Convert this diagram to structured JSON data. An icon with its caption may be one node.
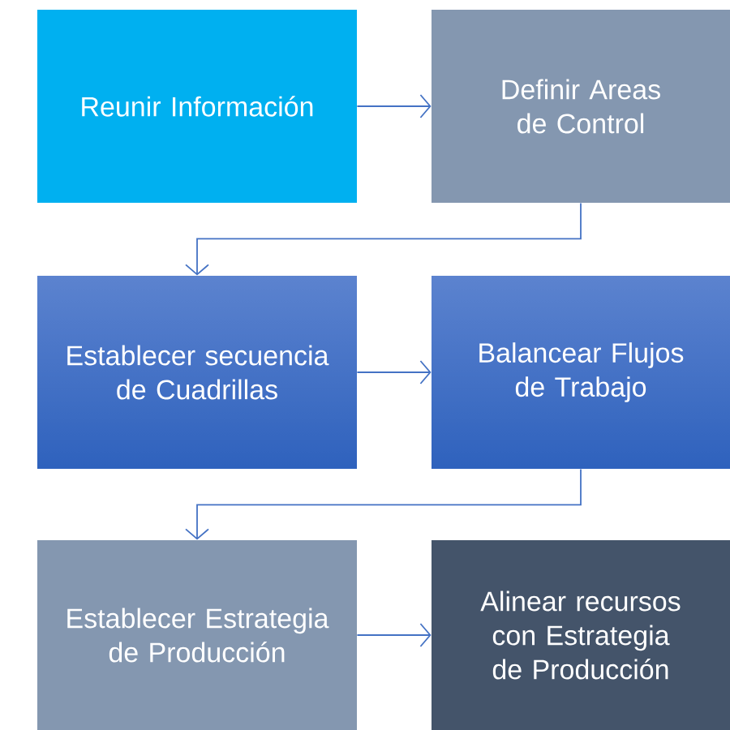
{
  "diagram": {
    "nodes": [
      {
        "text": [
          "Reunir Información"
        ]
      },
      {
        "text": [
          "Definir Areas de Control"
        ]
      },
      {
        "text": [
          "Establecer secuencia de Cuadrillas"
        ]
      },
      {
        "text": [
          "Balancear Flujos de Trabajo"
        ]
      },
      {
        "text": [
          "Establecer Estrategia de Producción"
        ]
      },
      {
        "text": [
          "Alinear recursos con Estrategia de Producción"
        ]
      }
    ],
    "edges": [
      {
        "from": 0,
        "to": 1,
        "arrow": "to"
      },
      {
        "from": 1,
        "to": 2,
        "arrow": "to"
      },
      {
        "from": 2,
        "to": 3,
        "arrow": "to"
      },
      {
        "from": 3,
        "to": 4,
        "arrow": "to"
      },
      {
        "from": 4,
        "to": 5,
        "arrow": "to"
      }
    ]
  }
}
